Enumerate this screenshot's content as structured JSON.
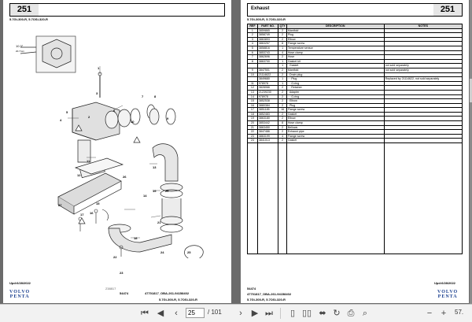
{
  "left_page": {
    "page_number": "251",
    "model_line": "5.7Gi-300-R, 5.7OSi-320-R",
    "callouts": [
      "1",
      "2",
      "3",
      "4",
      "5",
      "6",
      "7",
      "8",
      "9",
      "10",
      "11",
      "12",
      "13",
      "14",
      "15",
      "16",
      "17",
      "18",
      "19",
      "20",
      "21",
      "22",
      "23",
      "24",
      "25",
      "26",
      "27"
    ],
    "angle_label": "10.3°",
    "dim_label": "20.7mm",
    "figure_id": "238817",
    "footer_date": "Upd:6/28/2022",
    "footer_num": "54474",
    "footer_doc": "47701817_OBA-261-94158402",
    "footer_model": "5.7Gi-300-R, 5.7OSi-320-R"
  },
  "right_page": {
    "title": "Exhaust",
    "page_number": "251",
    "model_line": "5.7Gi-300-R, 5.7OSi-320-R",
    "columns": [
      "REF",
      "PART NO.",
      "QTY",
      "DESCRIPTION",
      "NOTES"
    ],
    "rows": [
      {
        "ref": "1",
        "part": "3859865",
        "qty": "2",
        "desc": "Manifold",
        "notes": ""
      },
      {
        "ref": "2",
        "part": "3858749",
        "qty": "2",
        "desc": "Plug",
        "notes": ""
      },
      {
        "ref": "3",
        "part": "3863893",
        "qty": "2",
        "desc": "Elbow",
        "notes": ""
      },
      {
        "ref": "4",
        "part": "3863257",
        "qty": "8",
        "desc": "Flange screw",
        "notes": ""
      },
      {
        "ref": "5",
        "part": "3858816",
        "qty": "1",
        "desc": "Temperature sensor",
        "notes": ""
      },
      {
        "ref": "6",
        "part": "3853743",
        "qty": "4",
        "desc": "Hose clamp",
        "notes": ""
      },
      {
        "ref": "7",
        "part": "3862696",
        "qty": "2",
        "desc": "Hose",
        "notes": ""
      },
      {
        "ref": "8",
        "part": "3863700",
        "qty": "1",
        "desc": "Gasket kit",
        "notes": ""
      },
      {
        "ref": "",
        "part": "",
        "qty": "1",
        "desc": "· Gasket",
        "notes": "not sold separately"
      },
      {
        "ref": "9",
        "part": "3847501",
        "qty": "2",
        "desc": "Manifold",
        "notes": "not sold separately"
      },
      {
        "ref": "10",
        "part": "21114622",
        "qty": "2",
        "desc": "· Drain plug",
        "notes": ""
      },
      {
        "ref": "",
        "part": "3849680",
        "qty": "1",
        "desc": "· · Plug",
        "notes": "Replaced by 21114622, not sold separately"
      },
      {
        "ref": "11",
        "part": "978978",
        "qty": "1",
        "desc": "· · O-ring",
        "notes": ""
      },
      {
        "ref": "12",
        "part": "3828066",
        "qty": "2",
        "desc": "· · Retainer",
        "notes": ""
      },
      {
        "ref": "13",
        "part": "21239230",
        "qty": "2",
        "desc": "· Adapter",
        "notes": ""
      },
      {
        "ref": "14",
        "part": "978978",
        "qty": "2",
        "desc": "· · O-ring",
        "notes": ""
      },
      {
        "ref": "15",
        "part": "3852538",
        "qty": "2",
        "desc": "· Elbow",
        "notes": ""
      },
      {
        "ref": "16",
        "part": "3880384",
        "qty": "2",
        "desc": "· Plug",
        "notes": ""
      },
      {
        "ref": "17",
        "part": "3851185",
        "qty": "16",
        "desc": "Flange screw",
        "notes": ""
      },
      {
        "ref": "18",
        "part": "3852483",
        "qty": "2",
        "desc": "Gasket",
        "notes": ""
      },
      {
        "ref": "19",
        "part": "3863180",
        "qty": "2",
        "desc": "Elbow",
        "notes": ""
      },
      {
        "ref": "20",
        "part": "3853442",
        "qty": "8",
        "desc": "Hose clamp",
        "notes": ""
      },
      {
        "ref": "21",
        "part": "3863450",
        "qty": "2",
        "desc": "Bellows",
        "notes": ""
      },
      {
        "ref": "22",
        "part": "3847486",
        "qty": "2",
        "desc": "Exhaust pipe",
        "notes": ""
      },
      {
        "ref": "23",
        "part": "3863199",
        "qty": "4",
        "desc": "Flange screw",
        "notes": ""
      },
      {
        "ref": "24",
        "part": "3841013",
        "qty": "2",
        "desc": "Gasket",
        "notes": ""
      }
    ],
    "footer_date": "Upd:6/28/2022",
    "footer_num": "54474",
    "footer_doc": "47701817_OBA-261-94158402",
    "footer_model": "5.7Gi-300-R, 5.7OSi-320-R"
  },
  "logo": {
    "line1": "VOLVO",
    "line2": "PENTA"
  },
  "toolbar": {
    "current_page": "25",
    "total_pages": "/ 101",
    "zoom_label": "57."
  },
  "colors": {
    "logo": "#1a3f8f",
    "viewer_bg": "#6b6b6b"
  }
}
